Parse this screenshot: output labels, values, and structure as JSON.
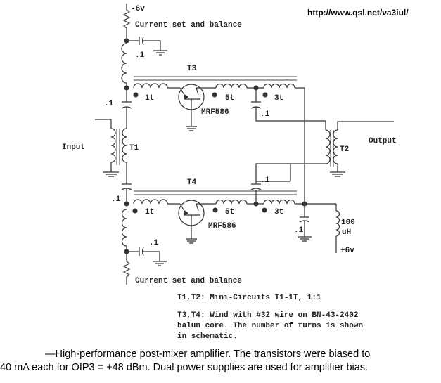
{
  "url": "http://www.qsl.net/va3iul/",
  "labels": {
    "neg_supply": "-6v",
    "pos_supply": "+6v",
    "bias_top": "Current set and balance",
    "bias_bottom": "Current set and balance",
    "input": "Input",
    "output": "Output",
    "t1": "T1",
    "t2": "T2",
    "t3": "T3",
    "t4": "T4",
    "transistor_top": "MRF586",
    "transistor_bottom": "MRF586",
    "turns_1": "1t",
    "turns_5": "5t",
    "turns_3": "3t",
    "turns_1b": "1t",
    "turns_5b": "5t",
    "turns_3b": "3t",
    "cap": ".1",
    "choke_value": "100",
    "choke_unit": "uH"
  },
  "notes": [
    "T1,T2: Mini-Circuits T1-1T, 1:1",
    "T3,T4: Wind with #32 wire on BN-43-2402",
    "balun core.  The number of turns is shown",
    "in schematic."
  ],
  "caption": [
    "—High-performance post-mixer amplifier. The transistors were biased to",
    "40 mA each for OIP3 = +48 dBm. Dual power supplies are used for amplifier bias."
  ]
}
